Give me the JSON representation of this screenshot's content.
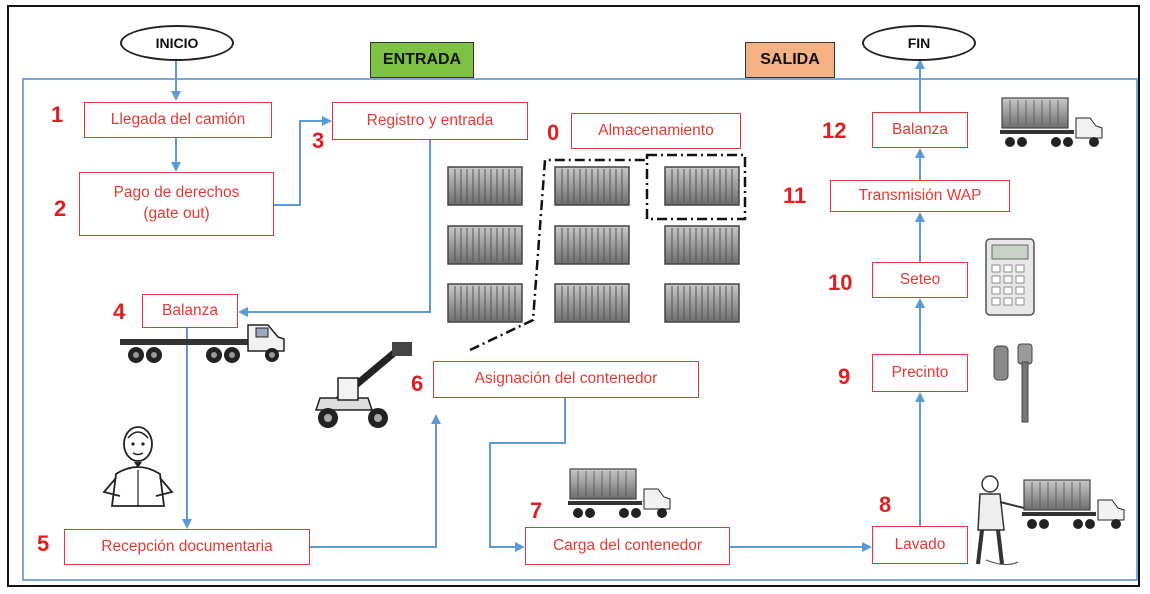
{
  "start_label": "INICIO",
  "end_label": "FIN",
  "entry_label": "ENTRADA",
  "exit_label": "SALIDA",
  "colors": {
    "step_red": "#e53935",
    "arrow_blue": "#5b9bd5",
    "entry_green": "#7dc243",
    "exit_orange": "#f4b183"
  },
  "steps": {
    "s0": {
      "num": "0",
      "label": "Almacenamiento"
    },
    "s1": {
      "num": "1",
      "label": "Llegada del camión"
    },
    "s2": {
      "num": "2",
      "label": "Pago de derechos",
      "label2": "(gate out)"
    },
    "s3": {
      "num": "3",
      "label": "Registro y entrada"
    },
    "s4": {
      "num": "4",
      "label": "Balanza"
    },
    "s5": {
      "num": "5",
      "label": "Recepción documentaria"
    },
    "s6": {
      "num": "6",
      "label": "Asignación del contenedor"
    },
    "s7": {
      "num": "7",
      "label": "Carga del contenedor"
    },
    "s8": {
      "num": "8",
      "label": "Lavado"
    },
    "s9": {
      "num": "9",
      "label": "Precinto"
    },
    "s10": {
      "num": "10",
      "label": "Seteo"
    },
    "s11": {
      "num": "11",
      "label": "Transmisión WAP"
    },
    "s12": {
      "num": "12",
      "label": "Balanza"
    }
  },
  "illustrations": [
    "truck-icon",
    "container-icon",
    "reach-stacker-icon",
    "clerk-icon",
    "calculator-icon",
    "seal-icon",
    "washer-icon"
  ]
}
